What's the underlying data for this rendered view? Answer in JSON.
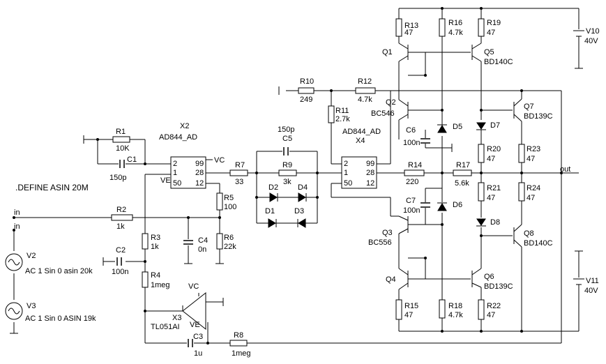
{
  "directive": ".DEFINE ASIN 20M",
  "labels": {
    "in_top": "in",
    "in_bottom": "in",
    "out": "out"
  },
  "components": {
    "R1": {
      "name": "R1",
      "value": "10K"
    },
    "C1": {
      "name": "C1",
      "value": "150p"
    },
    "X2": {
      "name": "X2",
      "model": "AD844_AD"
    },
    "R2": {
      "name": "R2",
      "value": "1k"
    },
    "R3": {
      "name": "R3",
      "value": "1k"
    },
    "R4": {
      "name": "R4",
      "value": "1meg"
    },
    "R5": {
      "name": "R5",
      "value": "100"
    },
    "R6": {
      "name": "R6",
      "value": "22k"
    },
    "R7": {
      "name": "R7",
      "value": "33"
    },
    "R8": {
      "name": "R8",
      "value": "1meg"
    },
    "R9": {
      "name": "R9",
      "value": "3k"
    },
    "R10": {
      "name": "R10",
      "value": "249"
    },
    "R11": {
      "name": "R11",
      "value": "2.7k"
    },
    "R12": {
      "name": "R12",
      "value": "4.7k"
    },
    "R13": {
      "name": "R13",
      "value": "47"
    },
    "R14": {
      "name": "R14",
      "value": "220"
    },
    "R15": {
      "name": "R15",
      "value": "47"
    },
    "R16": {
      "name": "R16",
      "value": "4.7k"
    },
    "R17": {
      "name": "R17",
      "value": "5.6k"
    },
    "R18": {
      "name": "R18",
      "value": "4.7k"
    },
    "R19": {
      "name": "R19",
      "value": "47"
    },
    "R20": {
      "name": "R20",
      "value": "47"
    },
    "R21": {
      "name": "R21",
      "value": "47"
    },
    "R22": {
      "name": "R22",
      "value": "47"
    },
    "R23": {
      "name": "R23",
      "value": "47"
    },
    "R24": {
      "name": "R24",
      "value": "47"
    },
    "C2": {
      "name": "C2",
      "value": "100n"
    },
    "C3": {
      "name": "C3",
      "value": "1u"
    },
    "C4": {
      "name": "C4",
      "value": "0n"
    },
    "C5": {
      "name": "C5",
      "value": "150p"
    },
    "C6": {
      "name": "C6",
      "value": "100n"
    },
    "C7": {
      "name": "C7",
      "value": "100n"
    },
    "X3": {
      "name": "X3",
      "model": "TL051AI"
    },
    "X4": {
      "name": "X4",
      "model": "AD844_AD"
    },
    "D1": {
      "name": "D1"
    },
    "D2": {
      "name": "D2"
    },
    "D3": {
      "name": "D3"
    },
    "D4": {
      "name": "D4"
    },
    "D5": {
      "name": "D5"
    },
    "D6": {
      "name": "D6"
    },
    "D7": {
      "name": "D7"
    },
    "D8": {
      "name": "D8"
    },
    "Q1": {
      "name": "Q1"
    },
    "Q2": {
      "name": "Q2",
      "model": "BC546"
    },
    "Q3": {
      "name": "Q3",
      "model": "BC556"
    },
    "Q4": {
      "name": "Q4"
    },
    "Q5": {
      "name": "Q5",
      "model": "BD140C"
    },
    "Q6": {
      "name": "Q6",
      "model": "BD139C"
    },
    "Q7": {
      "name": "Q7",
      "model": "BD139C"
    },
    "Q8": {
      "name": "Q8",
      "model": "BD140C"
    },
    "V2": {
      "name": "V2",
      "value": "AC 1 Sin 0 asin 20k"
    },
    "V3": {
      "name": "V3",
      "value": "AC 1 Sin 0 ASIN 19k"
    },
    "V10": {
      "name": "V10",
      "value": "40V"
    },
    "V11": {
      "name": "V11",
      "value": "40V"
    }
  },
  "pins": {
    "p2": "2",
    "p1": "1",
    "p50": "50",
    "p99": "99",
    "p28": "28",
    "p12": "12",
    "vc": "VC",
    "ve": "VE"
  }
}
